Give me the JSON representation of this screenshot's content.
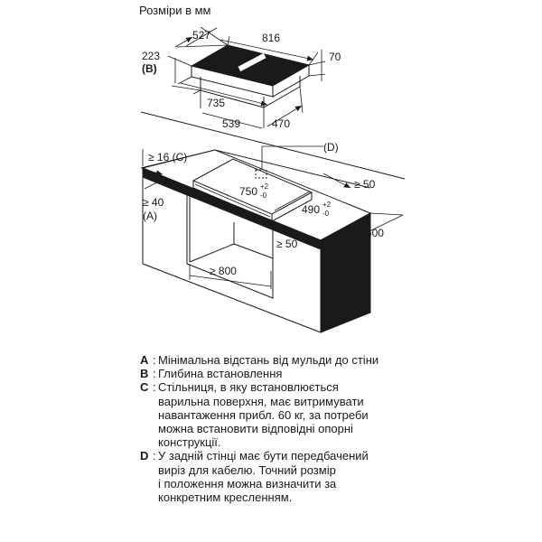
{
  "title": "Розміри в мм",
  "top_view": {
    "dims": {
      "d527": "527",
      "d816": "816",
      "d223": "223",
      "dB": "(B)",
      "d70": "70",
      "d735": "735",
      "d539": "539",
      "d470": "470"
    }
  },
  "install_view": {
    "dims": {
      "d16": "≥ 16 (C)",
      "dD": "(D)",
      "d750": "750",
      "d750_tol": [
        "+2",
        "-0"
      ],
      "d490": "490",
      "d490_tol": [
        "+2",
        "-0"
      ],
      "d50a": "≥ 50",
      "d40": "≥ 40",
      "dA": "(A)",
      "d50b": "≥ 50",
      "d600": "≥ 600",
      "d800": "≥ 800"
    }
  },
  "legend": [
    {
      "key": "A",
      "lines": [
        "Мінімальна відстань від мульди до стіни"
      ]
    },
    {
      "key": "B",
      "lines": [
        "Глибина встановлення"
      ]
    },
    {
      "key": "C",
      "lines": [
        "Стільниця, в яку встановлюється",
        "варильна поверхня, має витримувати",
        "навантаження прибл. 60 кг, за потреби",
        "можна встановити відповідні опорні",
        "конструкції."
      ]
    },
    {
      "key": "D",
      "lines": [
        "У задній стінці має бути передбачений",
        "виріз для кабелю. Точний розмір",
        "і положення можна визначити за",
        "конкретним кресленням."
      ]
    }
  ]
}
